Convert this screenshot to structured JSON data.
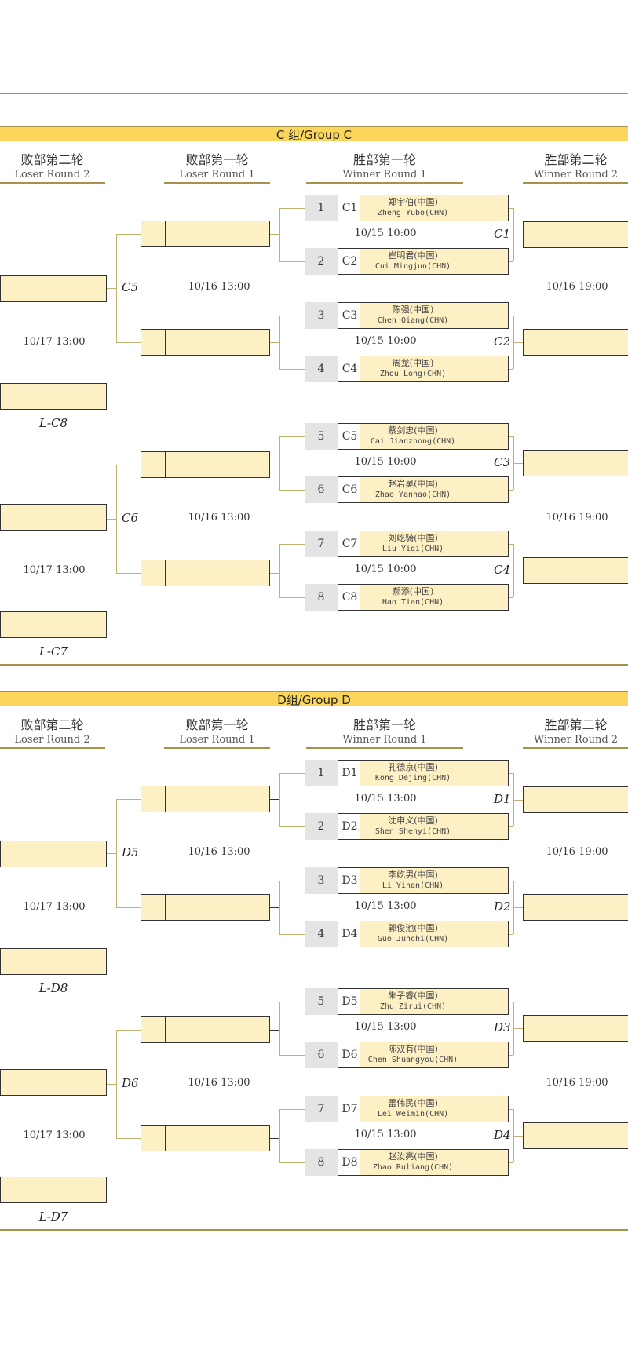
{
  "headers": {
    "loser2_zh": "败部第二轮",
    "loser2_en": "Loser Round 2",
    "loser1_zh": "败部第一轮",
    "loser1_en": "Loser Round 1",
    "winner1_zh": "胜部第一轮",
    "winner1_en": "Winner Round 1",
    "winner2_zh": "胜部第二轮",
    "winner2_en": "Winner Round 2"
  },
  "groups": [
    {
      "title": "C 组/Group C",
      "players": [
        {
          "seed": "1",
          "code": "C1",
          "zh": "郑宇伯(中国)",
          "en": "Zheng Yubo(CHN)"
        },
        {
          "seed": "2",
          "code": "C2",
          "zh": "崔明君(中国)",
          "en": "Cui Mingjun(CHN)"
        },
        {
          "seed": "3",
          "code": "C3",
          "zh": "陈强(中国)",
          "en": "Chen Qiang(CHN)"
        },
        {
          "seed": "4",
          "code": "C4",
          "zh": "周龙(中国)",
          "en": "Zhou Long(CHN)"
        },
        {
          "seed": "5",
          "code": "C5",
          "zh": "蔡剑忠(中国)",
          "en": "Cai Jianzhong(CHN)"
        },
        {
          "seed": "6",
          "code": "C6",
          "zh": "赵岩昊(中国)",
          "en": "Zhao Yanhao(CHN)"
        },
        {
          "seed": "7",
          "code": "C7",
          "zh": "刘屹骑(中国)",
          "en": "Liu Yiqi(CHN)"
        },
        {
          "seed": "8",
          "code": "C8",
          "zh": "郝添(中国)",
          "en": "Hao Tian(CHN)"
        }
      ],
      "winner1_time": "10/15 10:00",
      "loser1_time": "10/16 13:00",
      "winner2_time": "10/16 19:00",
      "loser2_time": "10/17 13:00",
      "winner2_labels": [
        "C1",
        "C2",
        "C3",
        "C4"
      ],
      "loser1_labels": [
        "C5",
        "C6"
      ],
      "loser2_labels": [
        "L-C8",
        "L-C7"
      ]
    },
    {
      "title": "D组/Group D",
      "players": [
        {
          "seed": "1",
          "code": "D1",
          "zh": "孔德京(中国)",
          "en": "Kong Dejing(CHN)"
        },
        {
          "seed": "2",
          "code": "D2",
          "zh": "沈申义(中国)",
          "en": "Shen Shenyi(CHN)"
        },
        {
          "seed": "3",
          "code": "D3",
          "zh": "李屹男(中国)",
          "en": "Li Yinan(CHN)"
        },
        {
          "seed": "4",
          "code": "D4",
          "zh": "郭俊池(中国)",
          "en": "Guo Junchi(CHN)"
        },
        {
          "seed": "5",
          "code": "D5",
          "zh": "朱子睿(中国)",
          "en": "Zhu Zirui(CHN)"
        },
        {
          "seed": "6",
          "code": "D6",
          "zh": "陈双有(中国)",
          "en": "Chen Shuangyou(CHN)"
        },
        {
          "seed": "7",
          "code": "D7",
          "zh": "雷伟民(中国)",
          "en": "Lei Weimin(CHN)"
        },
        {
          "seed": "8",
          "code": "D8",
          "zh": "赵汝亮(中国)",
          "en": "Zhao Ruliang(CHN)"
        }
      ],
      "winner1_time": "10/15 13:00",
      "loser1_time": "10/16 13:00",
      "winner2_time": "10/16 19:00",
      "loser2_time": "10/17 13:00",
      "winner2_labels": [
        "D1",
        "D2",
        "D3",
        "D4"
      ],
      "loser1_labels": [
        "D5",
        "D6"
      ],
      "loser2_labels": [
        "L-D8",
        "L-D7"
      ]
    }
  ]
}
